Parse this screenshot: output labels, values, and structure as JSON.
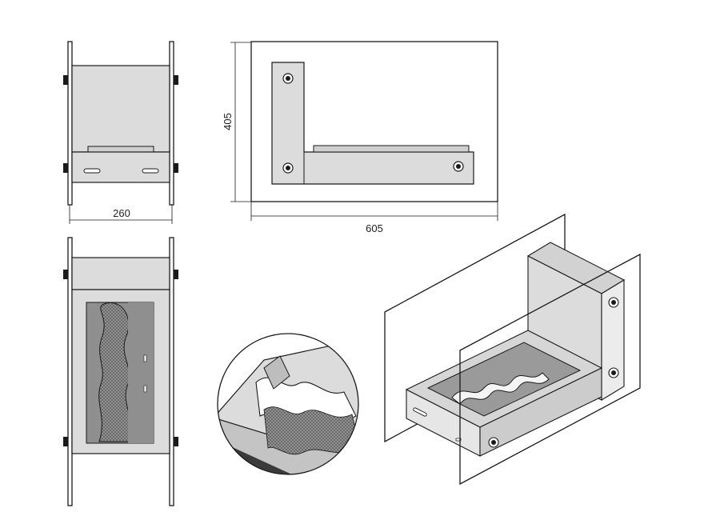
{
  "dimensions": {
    "width_label": "605",
    "height_label": "405",
    "depth_label": "260"
  },
  "colors": {
    "line": "#1a1a1a",
    "panel": "#dcdcdc",
    "panel_dark": "#bdbdbd",
    "tray": "#cfcfcf",
    "burner": "#8f8f8f",
    "mesh": "#555555",
    "glass": "#ffffff",
    "background": "#ffffff"
  },
  "views": {
    "side_view": "side-elevation",
    "front_view": "front-elevation",
    "top_view": "plan-view",
    "detail_view": "burner-detail-circle",
    "iso_view": "isometric-assembly"
  }
}
